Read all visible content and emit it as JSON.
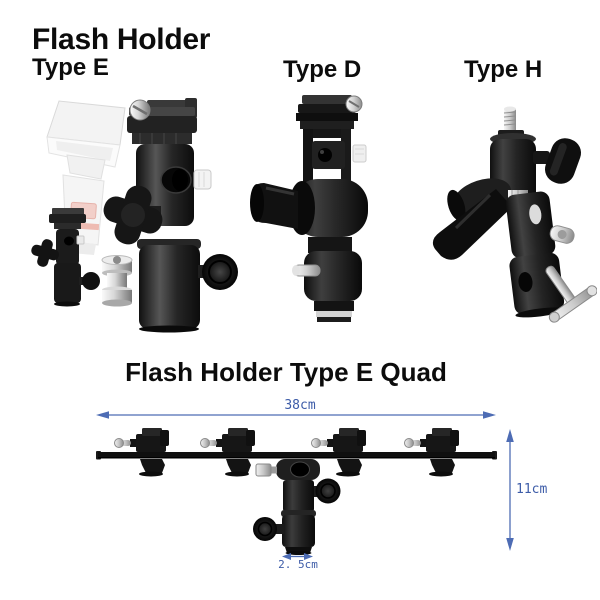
{
  "page": {
    "title": "Flash Holder"
  },
  "products": [
    {
      "id": "type-e",
      "label": "Type E"
    },
    {
      "id": "type-d",
      "label": "Type D"
    },
    {
      "id": "type-h",
      "label": "Type H"
    }
  ],
  "quad": {
    "title": "Flash Holder Type E Quad",
    "dimensions": {
      "bar_width": "38cm",
      "height": "11cm",
      "mount_width": "2. 5cm"
    }
  },
  "theme": {
    "page-bg": "#ffffff",
    "text-color": "#0c0c0c",
    "dim-text": "#3d5ca8",
    "dim-arrow": "#4d6cb4"
  }
}
